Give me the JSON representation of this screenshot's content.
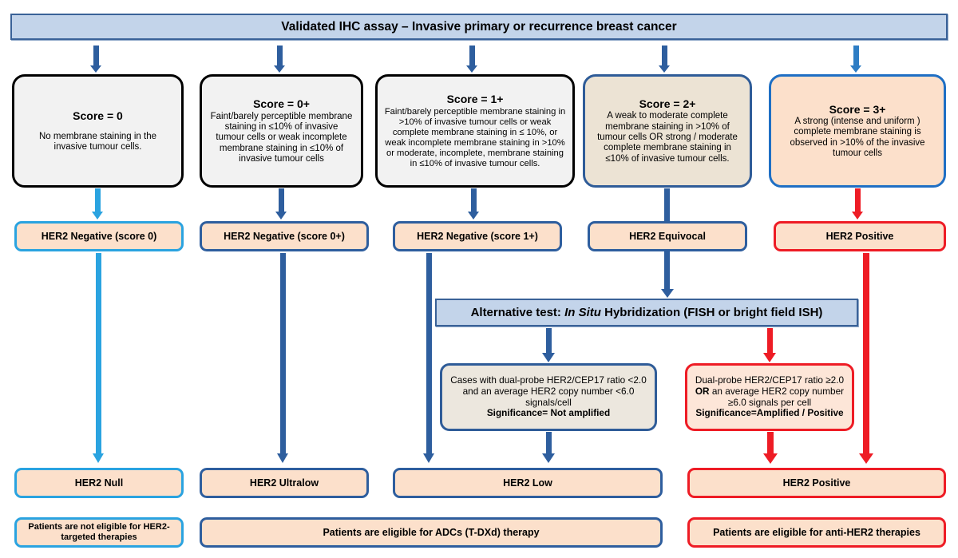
{
  "colors": {
    "dark_blue": "#2e5e9e",
    "light_blue": "#2aa3e0",
    "red": "#ee1c25",
    "banner_fill": "#c3d4ea",
    "banner_border": "#3a6298",
    "peach_fill": "#fce0cb",
    "grey_fill": "#f2f2f2",
    "beige_fill": "#ece3d4",
    "black": "#000000"
  },
  "header": {
    "title": "Validated IHC assay – Invasive primary or recurrence breast cancer"
  },
  "scores": [
    {
      "title": "Score = 0",
      "body": "No membrane staining in the invasive tumour cells.",
      "border_color": "#000000",
      "fill": "#f2f2f2"
    },
    {
      "title": "Score = 0+",
      "body": "Faint/barely perceptible membrane staining in ≤10% of invasive tumour cells or weak incomplete membrane staining in ≤10% of invasive tumour cells",
      "border_color": "#000000",
      "fill": "#f2f2f2"
    },
    {
      "title": "Score = 1+",
      "body": "Faint/barely perceptible membrane staining in >10% of invasive tumour cells or weak complete membrane staining in ≤ 10%, or weak incomplete membrane staining in >10% or moderate, incomplete, membrane staining in ≤10% of invasive tumour cells.",
      "border_color": "#000000",
      "fill": "#f2f2f2"
    },
    {
      "title": "Score  = 2+",
      "body": "A weak to moderate complete membrane staining in >10% of tumour cells OR strong / moderate complete membrane staining in ≤10% of invasive tumour cells.",
      "border_color": "#2f5c98",
      "fill": "#ece3d4"
    },
    {
      "title": "Score = 3+",
      "body": "A strong (intense and uniform ) complete membrane staining is observed in >10% of the invasive tumour cells",
      "border_color": "#1f6fc4",
      "fill": "#fce0cb"
    }
  ],
  "statuses": [
    {
      "label": "HER2 Negative (score 0)",
      "border_color": "#2aa3e0"
    },
    {
      "label": "HER2 Negative (score 0+)",
      "border_color": "#2e5e9e"
    },
    {
      "label": "HER2 Negative (score 1+)",
      "border_color": "#2e5e9e"
    },
    {
      "label": "HER2 Equivocal",
      "border_color": "#2e5e9e"
    },
    {
      "label": "HER2 Positive",
      "border_color": "#ee1c25"
    }
  ],
  "alternative_test": {
    "prefix": "Alternative test: ",
    "italic": "In Situ",
    "suffix": " Hybridization (FISH or bright field ISH)"
  },
  "fish_results": [
    {
      "body": "Cases with dual-probe HER2/CEP17 ratio <2.0 and an average HER2 copy number <6.0 signals/cell",
      "significance": "Significance= Not amplified",
      "border_color": "#2f5c98",
      "fill": "#ece7de"
    },
    {
      "body_part1": "Dual-probe HER2/CEP17 ratio ≥2.0 ",
      "body_or": "OR",
      "body_part2": " an average HER2 copy number ≥6.0 signals per cell",
      "significance": "Significance=Amplified / Positive",
      "border_color": "#ee1c25",
      "fill": "#fde6d8"
    }
  ],
  "classifications": [
    {
      "label": "HER2 Null",
      "border_color": "#2aa3e0"
    },
    {
      "label": "HER2 Ultralow",
      "border_color": "#2e5e9e"
    },
    {
      "label": "HER2 Low",
      "border_color": "#2e5e9e"
    },
    {
      "label": "HER2 Positive",
      "border_color": "#ee1c25"
    }
  ],
  "therapies": [
    {
      "label": "Patients are not eligible for HER2-targeted therapies",
      "border_color": "#2aa3e0"
    },
    {
      "label": "Patients are eligible for ADCs (T-DXd) therapy",
      "border_color": "#2e5e9e"
    },
    {
      "label": "Patients are eligible for anti-HER2 therapies",
      "border_color": "#ee1c25"
    }
  ]
}
